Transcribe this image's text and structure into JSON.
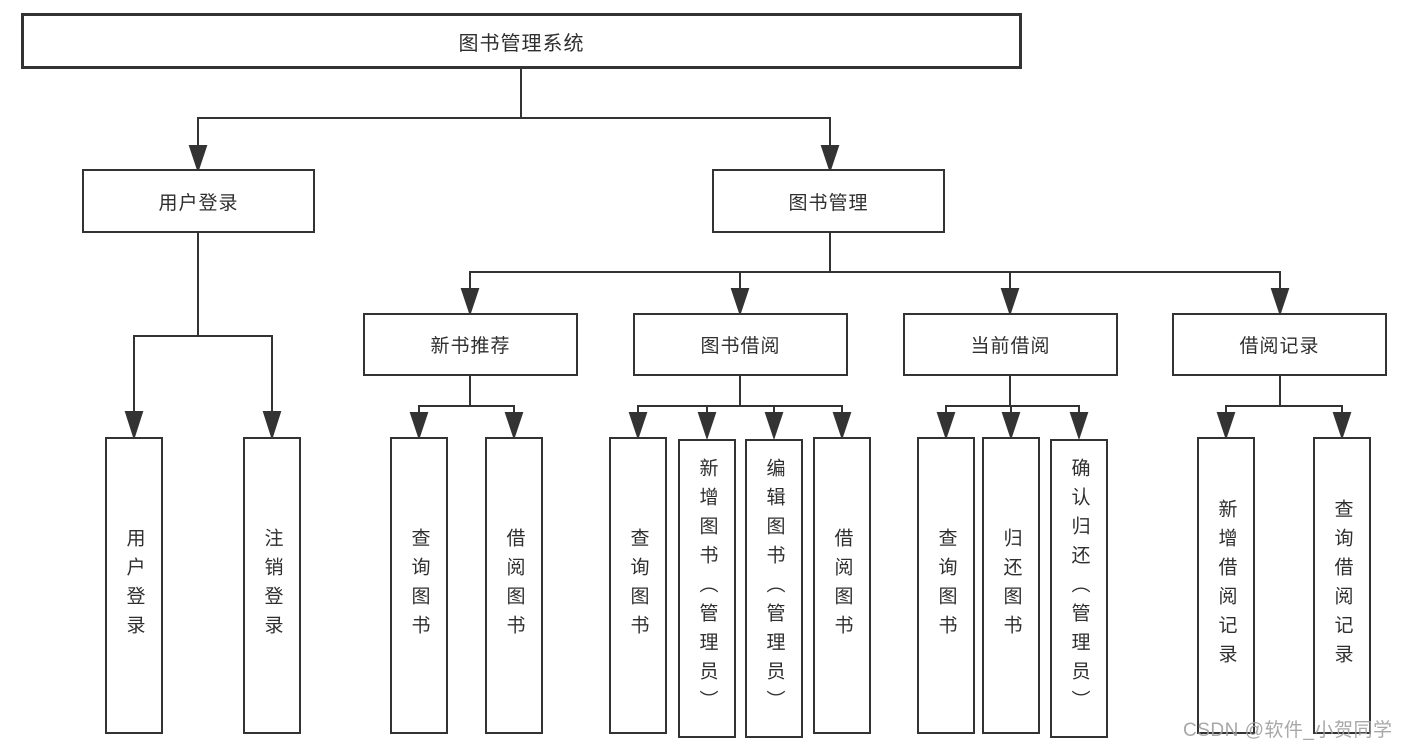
{
  "diagram": {
    "title": "图书管理系统",
    "root": {
      "label": "图书管理系统"
    },
    "level2": [
      {
        "label": "用户登录"
      },
      {
        "label": "图书管理"
      }
    ],
    "level3": [
      {
        "label": "新书推荐",
        "parent": "图书管理"
      },
      {
        "label": "图书借阅",
        "parent": "图书管理"
      },
      {
        "label": "当前借阅",
        "parent": "图书管理"
      },
      {
        "label": "借阅记录",
        "parent": "图书管理"
      }
    ],
    "leaves": [
      {
        "label": "用户登录",
        "parent": "用户登录"
      },
      {
        "label": "注销登录",
        "parent": "用户登录"
      },
      {
        "label": "查询图书",
        "parent": "新书推荐"
      },
      {
        "label": "借阅图书",
        "parent": "新书推荐"
      },
      {
        "label": "查询图书",
        "parent": "图书借阅"
      },
      {
        "label": "新增图书（管理员）",
        "parent": "图书借阅"
      },
      {
        "label": "编辑图书（管理员）",
        "parent": "图书借阅"
      },
      {
        "label": "借阅图书",
        "parent": "图书借阅"
      },
      {
        "label": "查询图书",
        "parent": "当前借阅"
      },
      {
        "label": "归还图书",
        "parent": "当前借阅"
      },
      {
        "label": "确认归还（管理员）",
        "parent": "当前借阅"
      },
      {
        "label": "新增借阅记录",
        "parent": "借阅记录"
      },
      {
        "label": "查询借阅记录",
        "parent": "借阅记录"
      }
    ]
  },
  "watermark": {
    "text": "CSDN @软件_小贺同学"
  },
  "colors": {
    "line": "#333333",
    "box_border": "#333333",
    "box_fill": "#ffffff",
    "text": "#2f2f2f",
    "watermark": "#9e9e9e",
    "background": "#ffffff"
  }
}
